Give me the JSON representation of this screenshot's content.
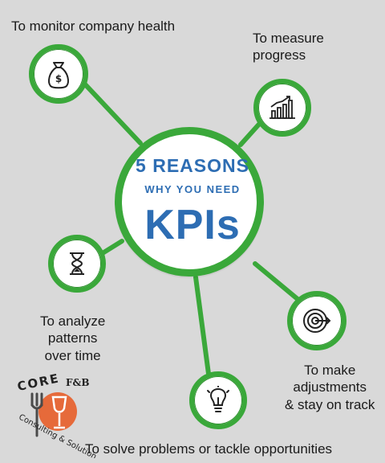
{
  "center": {
    "title": "5 REASONS",
    "subtitle": "WHY YOU NEED",
    "keyword": "KPIs"
  },
  "reasons": [
    {
      "label": "To monitor company health",
      "icon": "money-bag-icon"
    },
    {
      "label": "To measure\nprogress",
      "icon": "bar-chart-icon"
    },
    {
      "label": "To analyze\npatterns\nover time",
      "icon": "hourglass-icon"
    },
    {
      "label": "To make\nadjustments\n& stay on track",
      "icon": "target-icon"
    },
    {
      "label": "To solve problems or tackle opportunities",
      "icon": "lightbulb-icon"
    }
  ],
  "logo": {
    "brand": "CORE",
    "suffix": "F&B",
    "tagline": "Consulting & Solution"
  },
  "colors": {
    "background": "#d9d9d9",
    "ring_green": "#3aa83a",
    "text_blue": "#2d6db3",
    "logo_orange": "#e66a3a"
  }
}
